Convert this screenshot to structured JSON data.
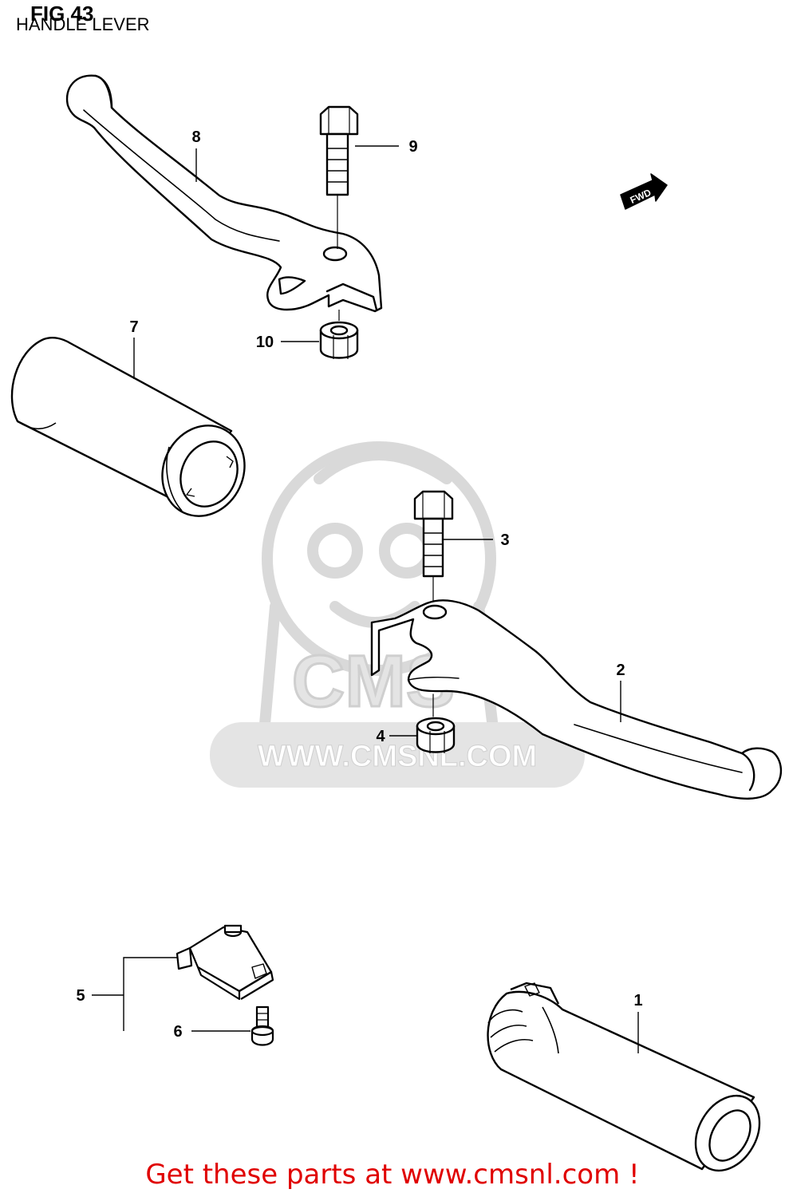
{
  "figure": {
    "title": "FIG 43",
    "subtitle": "HANDLE LEVER"
  },
  "direction_marker": "FWD",
  "watermark": {
    "brand": "CMS",
    "url": "WWW.CMSNL.COM"
  },
  "callouts": {
    "c1": "1",
    "c2": "2",
    "c3": "3",
    "c4": "4",
    "c5": "5",
    "c6": "6",
    "c7": "7",
    "c8": "8",
    "c9": "9",
    "c10": "10"
  },
  "footer": {
    "text": "Get these parts at www.cmsnl.com !"
  },
  "colors": {
    "line": "#000000",
    "watermark": "#d9d9d9",
    "footer": "#e00000"
  }
}
